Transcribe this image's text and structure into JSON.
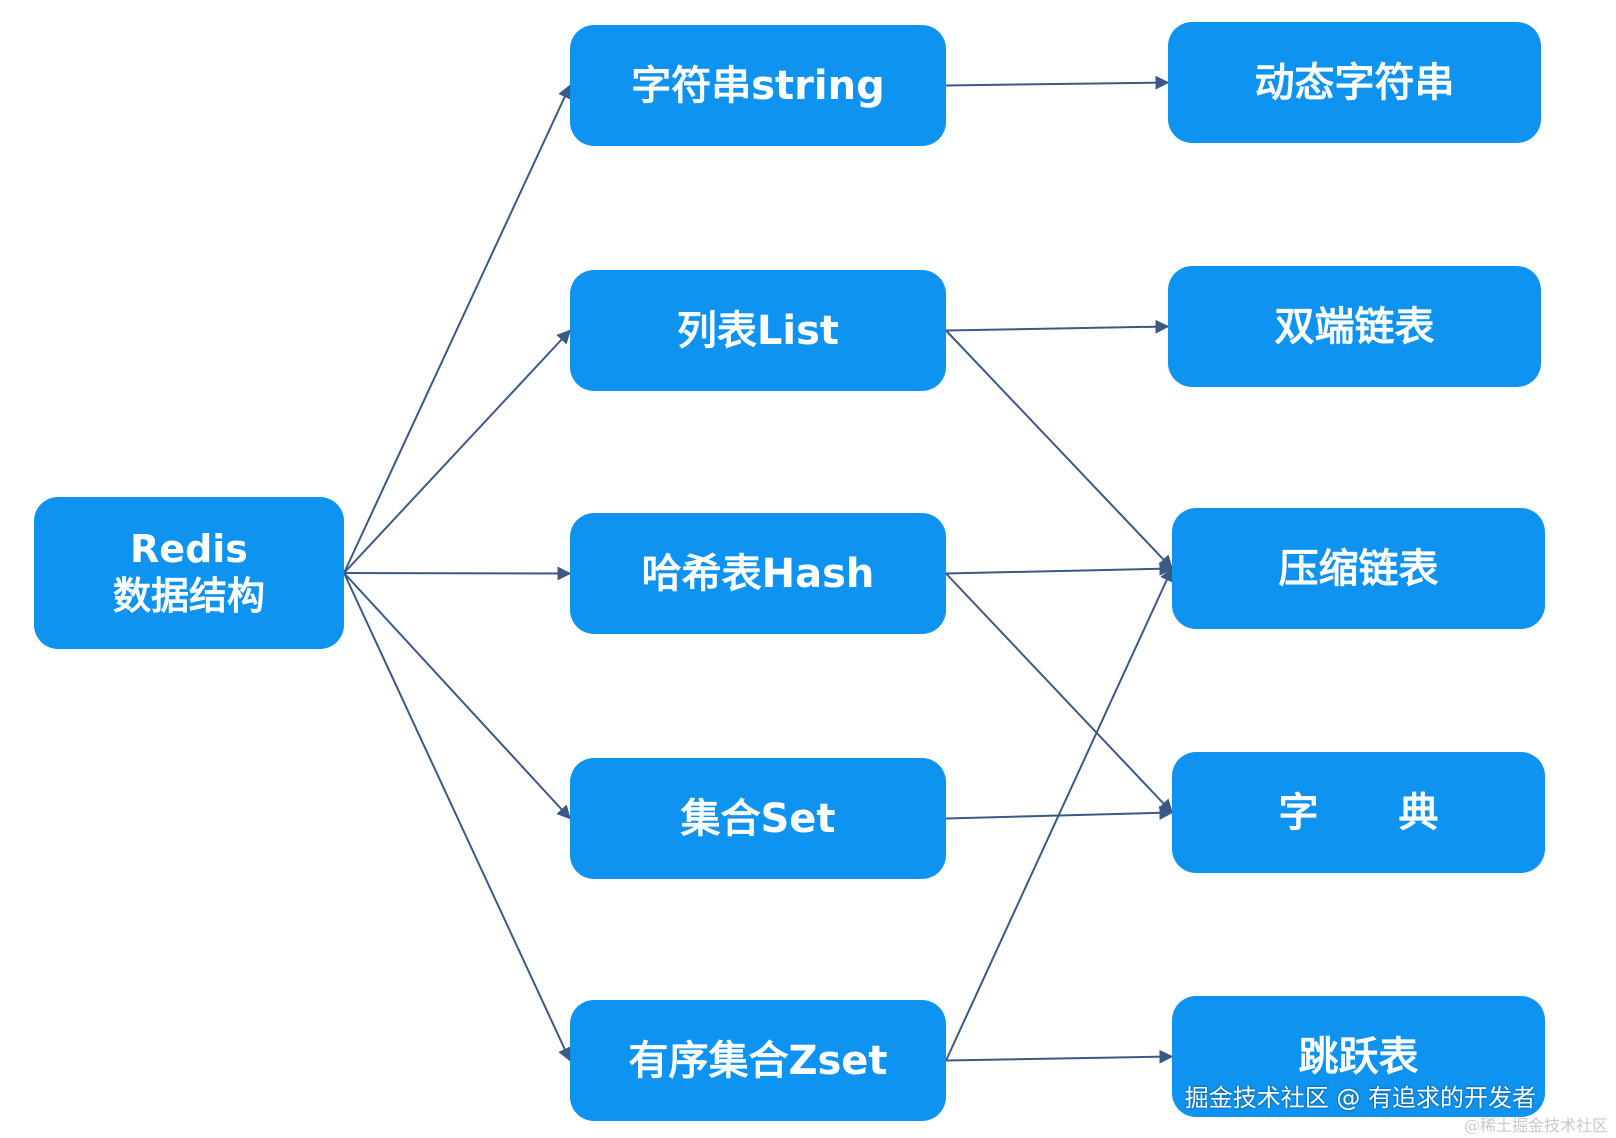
{
  "nodes": {
    "redis": {
      "line1": "Redis",
      "line2": "数据结构"
    },
    "string": {
      "label": "字符串string"
    },
    "list": {
      "label": "列表List"
    },
    "hash": {
      "label": "哈希表Hash"
    },
    "set": {
      "label": "集合Set"
    },
    "zset": {
      "label": "有序集合Zset"
    },
    "sds": {
      "label": "动态字符串"
    },
    "linkedlist": {
      "label": "双端链表"
    },
    "ziplist": {
      "label": "压缩链表"
    },
    "dict": {
      "label": "字　　典"
    },
    "skiplist": {
      "label": "跳跃表"
    }
  },
  "edges": [
    {
      "from": "redis",
      "to": "string"
    },
    {
      "from": "redis",
      "to": "list"
    },
    {
      "from": "redis",
      "to": "hash"
    },
    {
      "from": "redis",
      "to": "set"
    },
    {
      "from": "redis",
      "to": "zset"
    },
    {
      "from": "string",
      "to": "sds"
    },
    {
      "from": "list",
      "to": "linkedlist"
    },
    {
      "from": "list",
      "to": "ziplist"
    },
    {
      "from": "hash",
      "to": "ziplist"
    },
    {
      "from": "hash",
      "to": "dict"
    },
    {
      "from": "set",
      "to": "dict"
    },
    {
      "from": "zset",
      "to": "ziplist"
    },
    {
      "from": "zset",
      "to": "skiplist"
    }
  ],
  "colors": {
    "node_fill": "#0e93f0",
    "node_text": "#ffffff",
    "edge": "#3a5a85"
  },
  "watermark": {
    "main": "掘金技术社区 @ 有追求的开发者",
    "sub": "@稀土掘金技术社区"
  }
}
